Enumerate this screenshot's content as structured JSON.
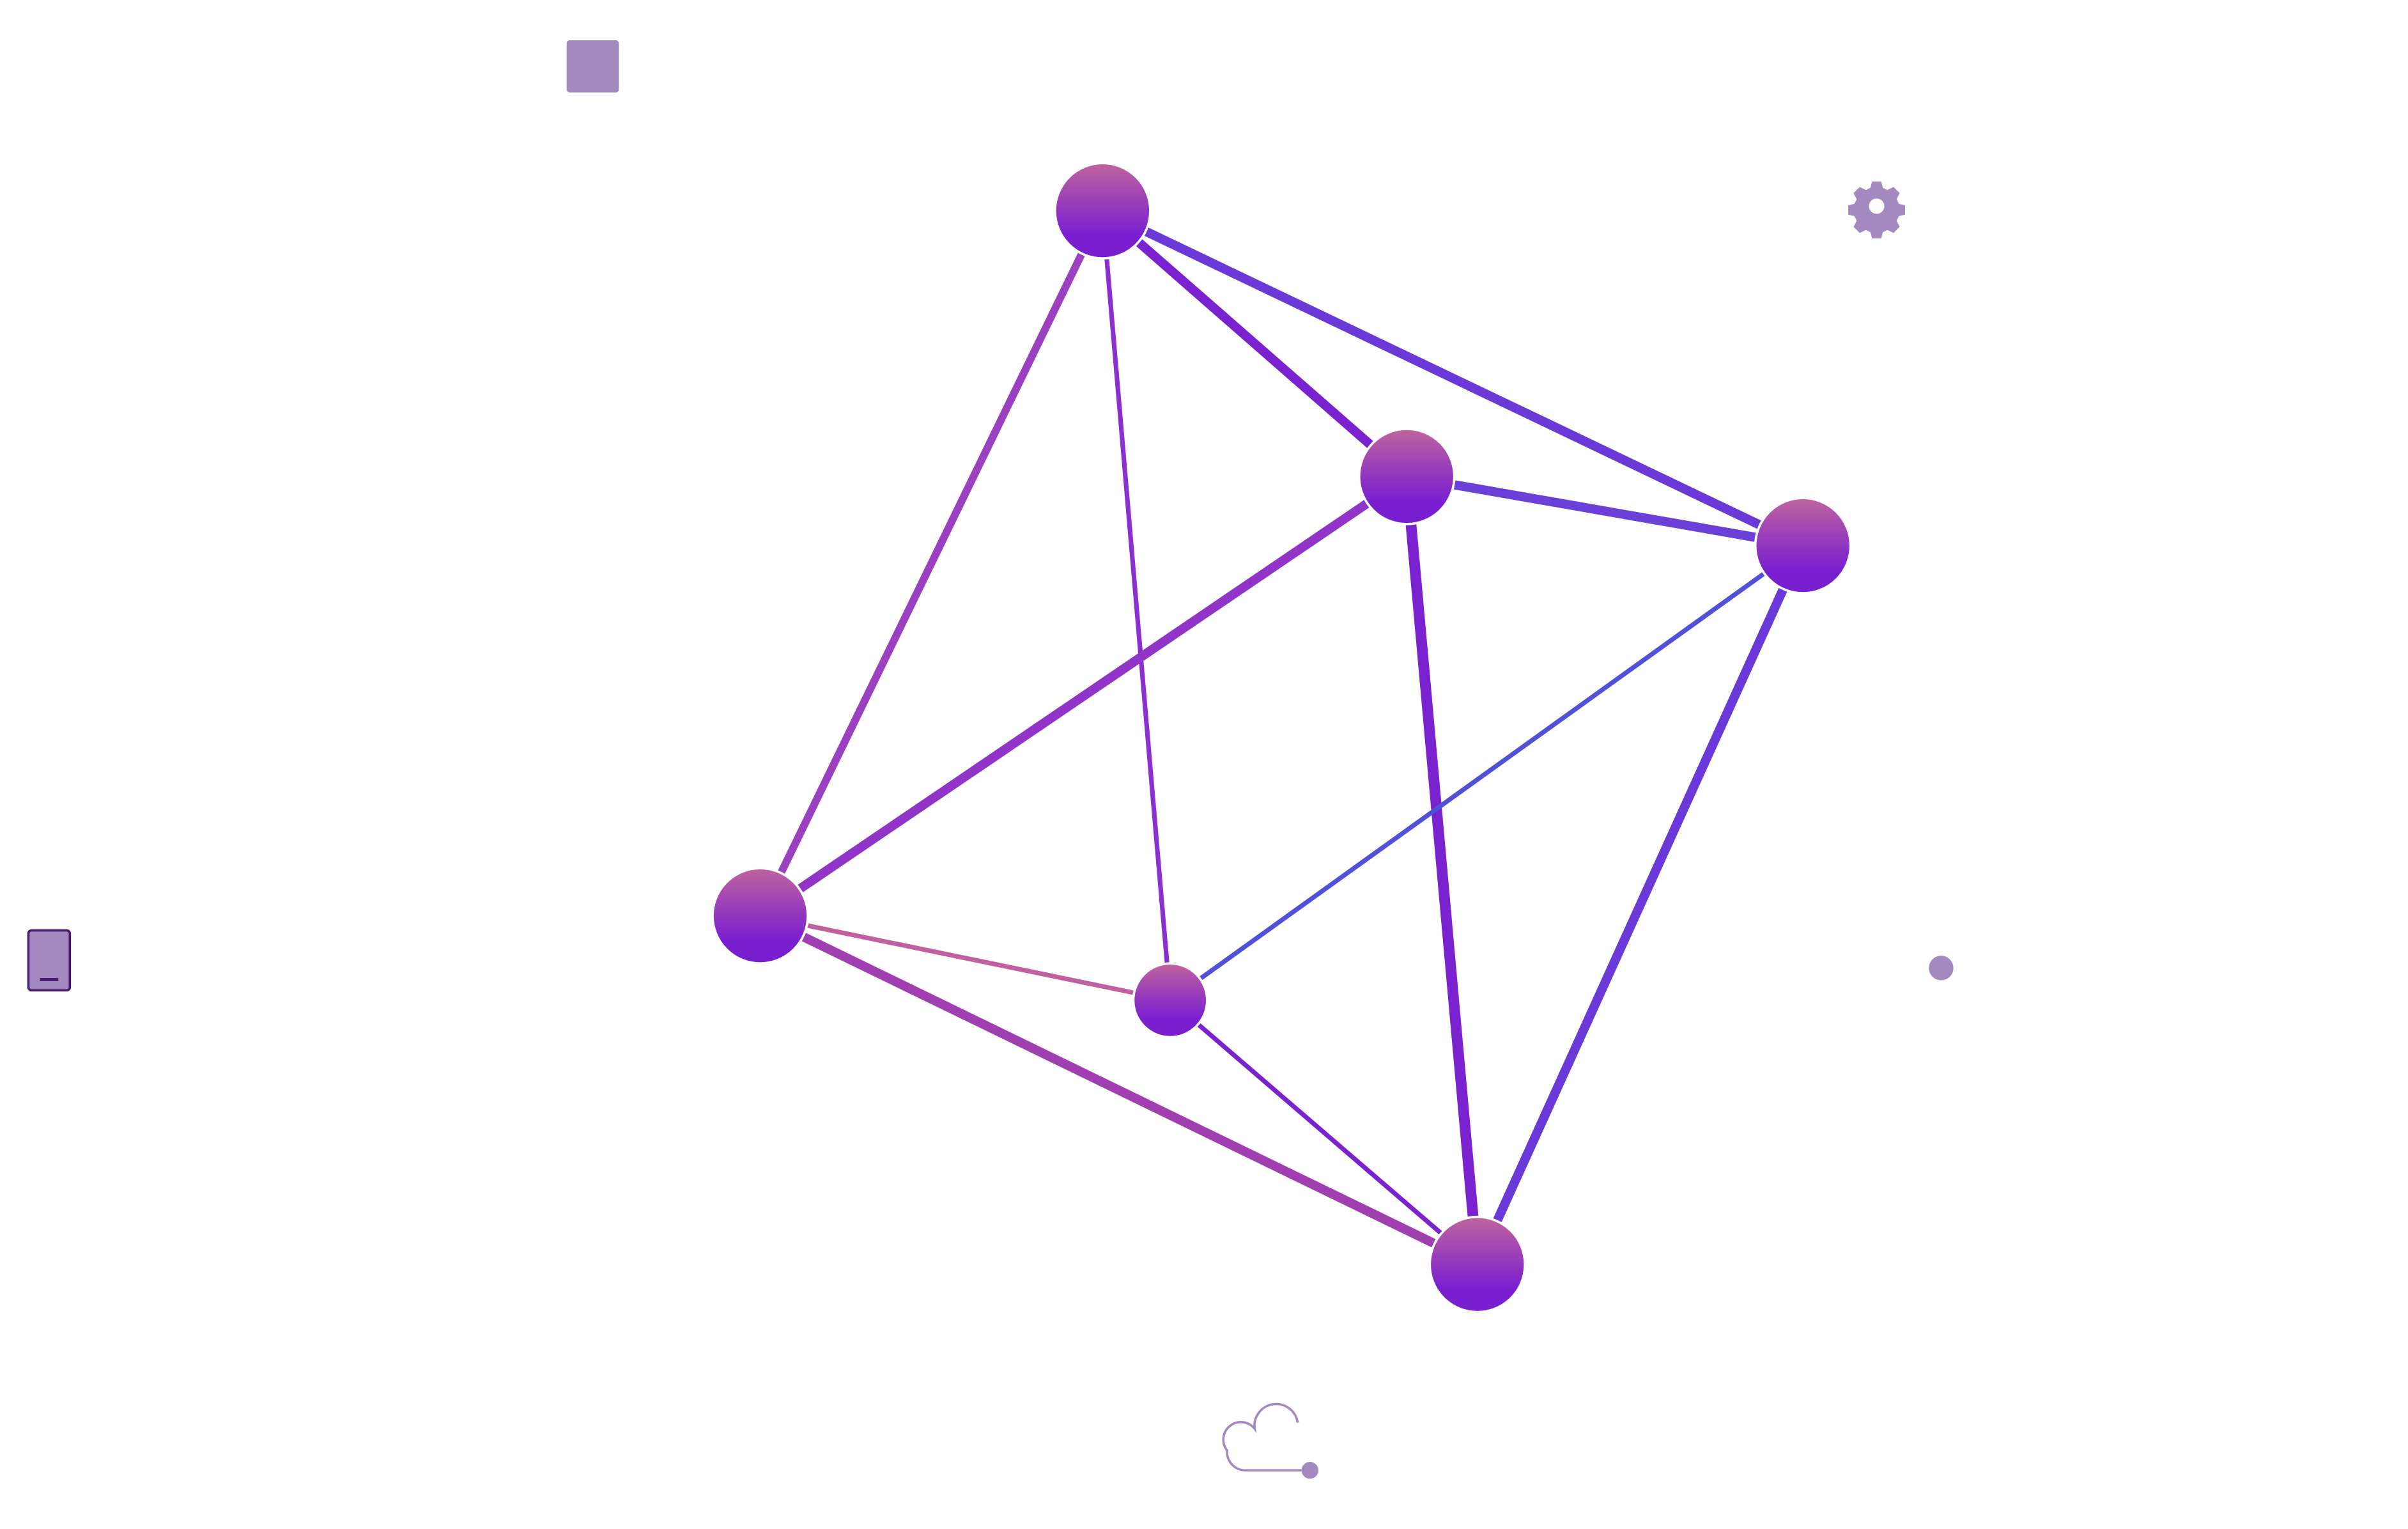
{
  "colors": {
    "node_top": "#c0649e",
    "node_bottom": "#7a1fd0",
    "edge_main": "#7a22d0",
    "edge_pink": "#d0708f",
    "edge_blue": "#2a5ad0",
    "icon": "#a488c0",
    "icon_dark": "#4a1a70"
  },
  "icons": [
    "square-icon",
    "gear-icon",
    "tablet-icon",
    "dot-icon",
    "cloud-icon"
  ],
  "graph": {
    "nodes": [
      "A",
      "B",
      "C",
      "D",
      "E",
      "F"
    ],
    "edges": [
      [
        "A",
        "B"
      ],
      [
        "A",
        "C"
      ],
      [
        "A",
        "D"
      ],
      [
        "A",
        "E"
      ],
      [
        "B",
        "C"
      ],
      [
        "B",
        "D"
      ],
      [
        "B",
        "F"
      ],
      [
        "C",
        "E"
      ],
      [
        "C",
        "F"
      ],
      [
        "D",
        "E"
      ],
      [
        "D",
        "F"
      ],
      [
        "E",
        "F"
      ]
    ]
  }
}
